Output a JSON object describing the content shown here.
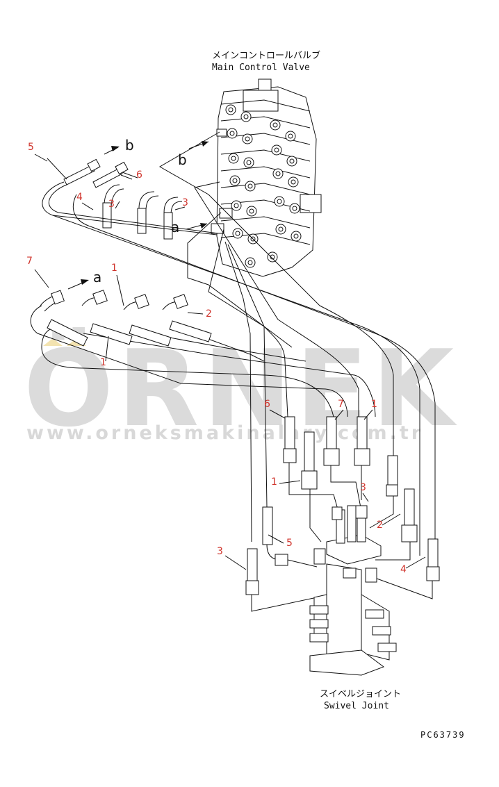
{
  "labels": {
    "main_valve_jp": "メインコントロールバルブ",
    "main_valve_en": "Main Control Valve",
    "swivel_jp": "スイベルジョイント",
    "swivel_en": "Swivel Joint",
    "drawing_code": "PC63739",
    "arrow_a": "a",
    "arrow_b": "b"
  },
  "watermark": {
    "brand": "ÖRNEK",
    "url": "www.orneksmakinalary.com.tr"
  },
  "callouts": [
    "5",
    "6",
    "4",
    "3",
    "3",
    "7",
    "1",
    "2",
    "1",
    "6",
    "7",
    "1",
    "1",
    "3",
    "2",
    "5",
    "3",
    "4"
  ],
  "colors": {
    "line": "#111111",
    "callout": "#d0342c",
    "watermark": "#cfcfcf",
    "watermark_accent": "#f3e3b0"
  }
}
